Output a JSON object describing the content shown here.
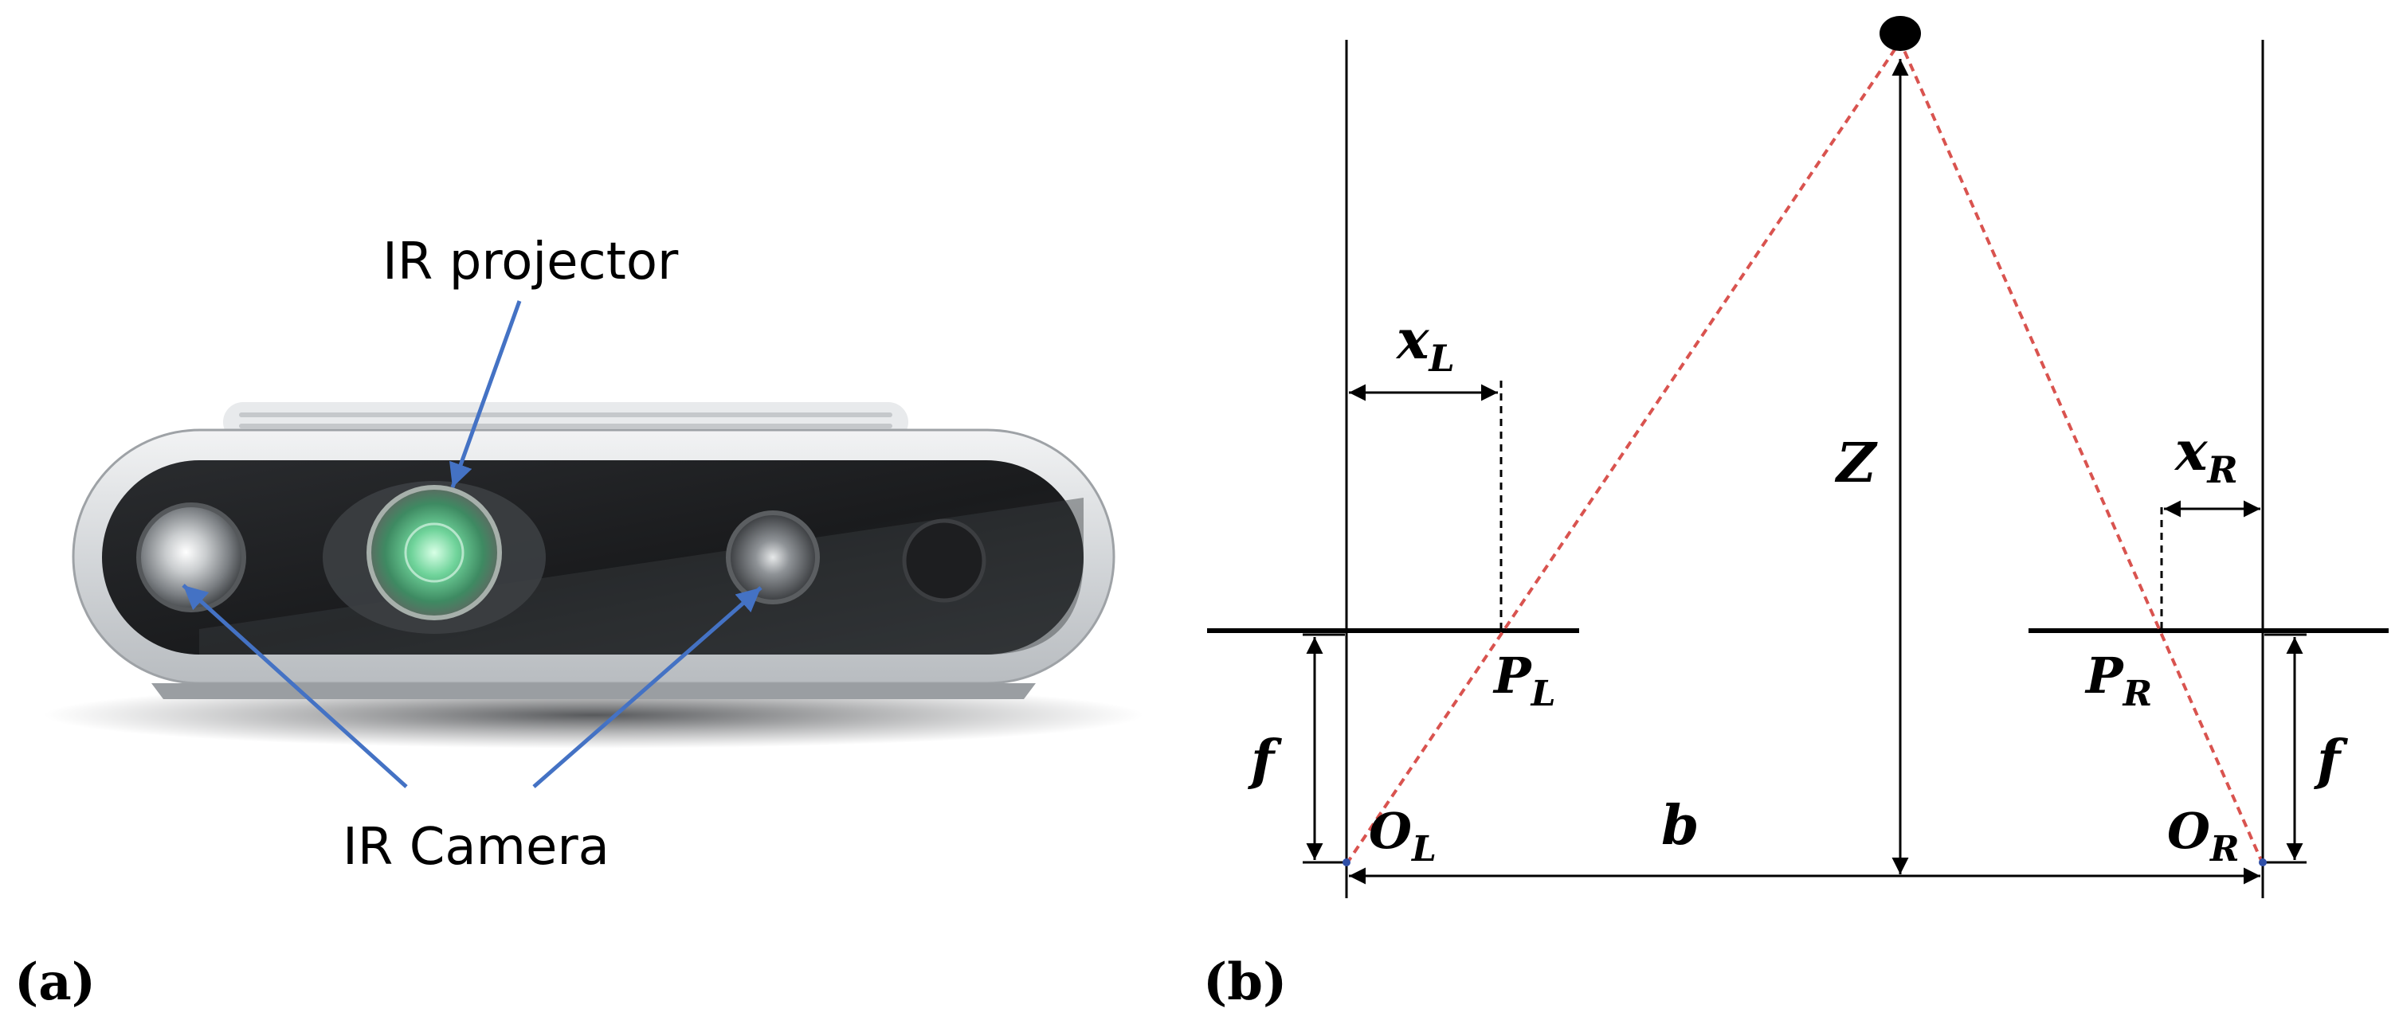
{
  "panels": {
    "a": {
      "caption": "(a)",
      "labels": {
        "projector": "IR projector",
        "camera": "IR Camera"
      },
      "colors": {
        "arrow": "#4472C4",
        "lens_glow": "#6fd39a",
        "body": "#d7dadd"
      }
    },
    "b": {
      "caption": "(b)",
      "symbols": {
        "xL": {
          "base": "x",
          "sub": "L"
        },
        "xR": {
          "base": "x",
          "sub": "R"
        },
        "PL": {
          "base": "P",
          "sub": "L"
        },
        "PR": {
          "base": "P",
          "sub": "R"
        },
        "OL": {
          "base": "O",
          "sub": "L"
        },
        "OR": {
          "base": "O",
          "sub": "R"
        },
        "Z": "Z",
        "b": "b",
        "f_left": "f",
        "f_right": "f"
      },
      "colors": {
        "ray": "#d9534f",
        "line": "#000000",
        "origin_dot": "#2f4fa8"
      }
    }
  }
}
